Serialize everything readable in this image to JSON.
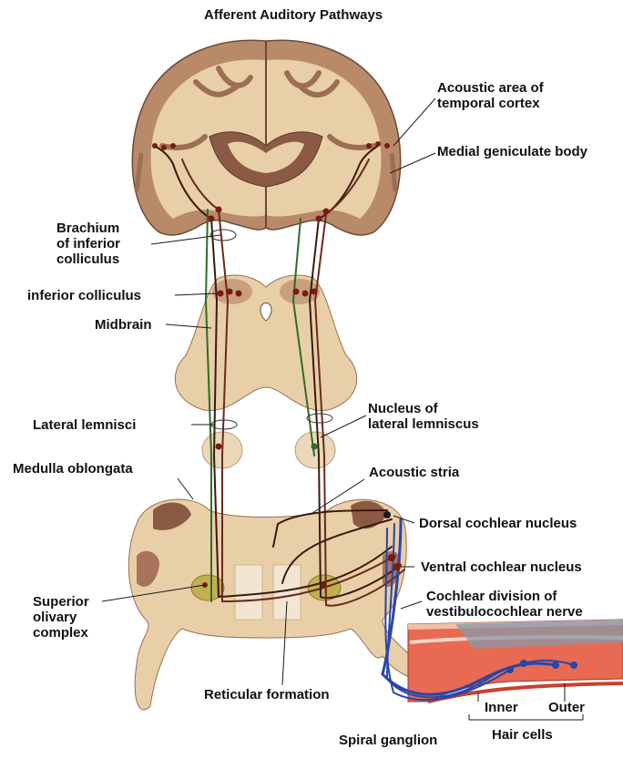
{
  "title": "Afferent Auditory Pathways",
  "labels": {
    "acoustic_area": "Acoustic area of\ntemporal cortex",
    "medial_geniculate": "Medial geniculate body",
    "brachium": "Brachium\nof inferior\ncolliculus",
    "inferior_colliculus": "inferior colliculus",
    "midbrain": "Midbrain",
    "nucleus_lateral_lemniscus": "Nucleus of\nlateral lemniscus",
    "lateral_lemnisci": "Lateral lemnisci",
    "medulla": "Medulla oblongata",
    "acoustic_stria": "Acoustic stria",
    "dorsal_cochlear": "Dorsal cochlear nucleus",
    "ventral_cochlear": "Ventral cochlear nucleus",
    "superior_olivary": "Superior\nolivary\ncomplex",
    "cochlear_division": "Cochlear division of\nvestibulocochlear nerve",
    "reticular": "Reticular formation",
    "inner": "Inner",
    "outer": "Outer",
    "spiral_ganglion": "Spiral ganglion",
    "hair_cells": "Hair cells"
  },
  "colors": {
    "tissue": "#e8cfa8",
    "cortex": "#b88a6a",
    "pathway_dark": "#3a1a10",
    "pathway_green": "#2f6b2a",
    "nerve_blue": "#2a45a8",
    "cochlea": "#d0604a"
  }
}
